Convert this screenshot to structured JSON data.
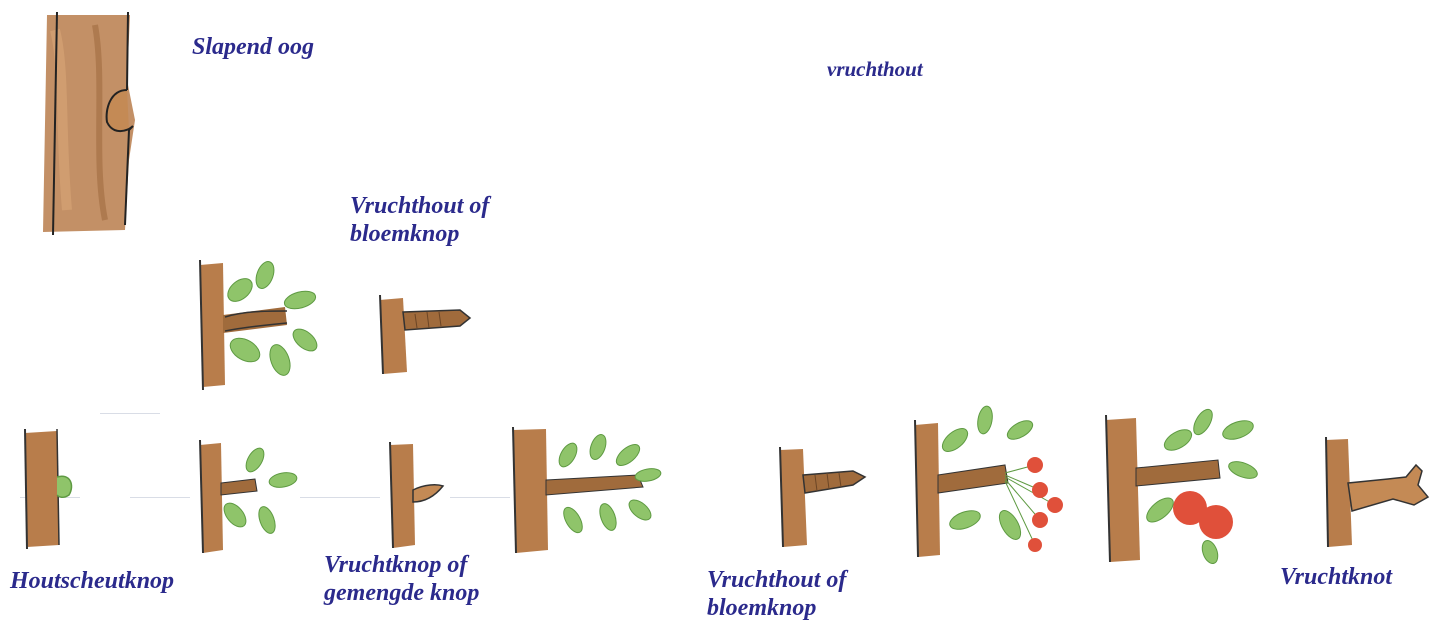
{
  "labels": {
    "slapend_oog": "Slapend oog",
    "vruchthout": "vruchthout",
    "vruchthout_of_bloemknop_top": [
      "Vruchthout of",
      "bloemknop"
    ],
    "houtscheutknop": "Houtscheutknop",
    "vruchtknop_of_gemengde_knop": [
      "Vruchtknop of",
      "gemengde knop"
    ],
    "vruchthout_of_bloemknop_bottom": [
      "Vruchthout of",
      "bloemknop"
    ],
    "vruchtknot": "Vruchtknot"
  },
  "colors": {
    "label": "#2b2a8c",
    "bark": "#b87d4b",
    "bark_dark": "#8a5a33",
    "leaf": "#8fc46a",
    "leaf_dark": "#5e9a42",
    "fruit": "#e0503a"
  },
  "illustrations": [
    "sleeping-bud-illustration",
    "leafy-branch-top-illustration",
    "spur-top-illustration",
    "wood-bud-illustration",
    "leafy-branch-small-illustration",
    "small-bud-illustration",
    "leafy-branch-large-illustration",
    "spur-bottom-illustration",
    "flowering-spur-illustration",
    "fruiting-spur-illustration",
    "knot-illustration"
  ]
}
